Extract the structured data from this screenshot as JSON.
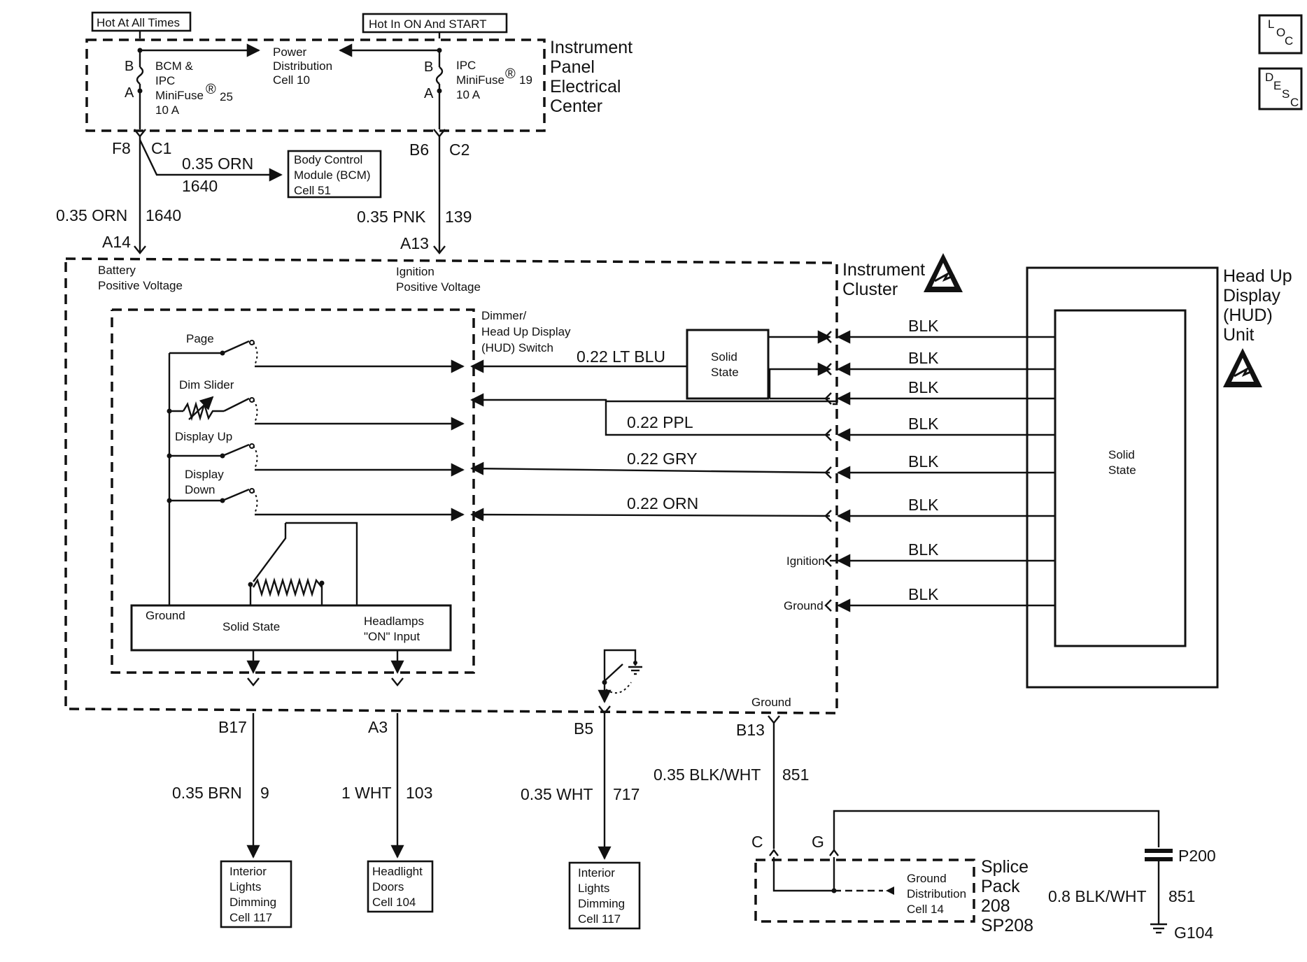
{
  "power": {
    "hot_all_times": "Hot At All Times",
    "hot_on_start": "Hot In ON And START",
    "center_title": [
      "Instrument",
      "Panel",
      "Electrical",
      "Center"
    ],
    "power_dist": [
      "Power",
      "Distribution",
      "Cell 10"
    ],
    "fuse1": {
      "lines": [
        "BCM &",
        "IPC",
        "MiniFuse",
        "10 A"
      ],
      "reg": "®",
      "num": "25",
      "b": "B",
      "a": "A"
    },
    "fuse2": {
      "lines": [
        "IPC",
        "MiniFuse",
        "10 A"
      ],
      "reg": "®",
      "num": "19",
      "b": "B",
      "a": "A"
    },
    "f8": "F8",
    "c1": "C1",
    "b6": "B6",
    "c2": "C2",
    "bcm_wire": "0.35 ORN",
    "bcm_circuit": "1640",
    "bcm_box": [
      "Body Control",
      "Module (BCM)",
      "Cell 51"
    ]
  },
  "feeds": {
    "left_wire": "0.35 ORN",
    "left_circuit": "1640",
    "left_pin": "A14",
    "right_wire": "0.35 PNK",
    "right_circuit": "139",
    "right_pin": "A13",
    "battery": [
      "Battery",
      "Positive Voltage"
    ],
    "ignition": [
      "Ignition",
      "Positive Voltage"
    ]
  },
  "cluster": {
    "title": [
      "Instrument",
      "Cluster"
    ],
    "switch_title": [
      "Dimmer/",
      "Head Up Display",
      "(HUD) Switch"
    ],
    "switches": [
      "Page",
      "Dim Slider",
      "Display Up",
      "Display",
      "Down"
    ],
    "solid_state_box": [
      "Ground",
      "Solid State",
      "Headlamps",
      "\"ON\" Input"
    ],
    "inner_solid": [
      "Solid",
      "State"
    ],
    "wires": [
      "0.22 LT BLU",
      "0.22 PPL",
      "0.22 GRY",
      "0.22 ORN"
    ],
    "ignition": "Ignition",
    "ground": "Ground",
    "ground_bottom": "Ground"
  },
  "hud": {
    "title": [
      "Head Up",
      "Display",
      "(HUD)",
      "Unit"
    ],
    "inner": [
      "Solid",
      "State"
    ],
    "blk_labels": [
      "BLK",
      "BLK",
      "BLK",
      "BLK",
      "BLK",
      "BLK",
      "BLK",
      "BLK"
    ]
  },
  "bottom": {
    "b17": "B17",
    "a3": "A3",
    "b5": "B5",
    "b13": "B13",
    "w1": "0.35 BRN",
    "c1": "9",
    "w2": "1 WHT",
    "c2": "103",
    "w3": "0.35 WHT",
    "c3": "717",
    "w4": "0.35 BLK/WHT",
    "c4": "851",
    "box1": [
      "Interior",
      "Lights",
      "Dimming",
      "Cell 117"
    ],
    "box2": [
      "Headlight",
      "Doors",
      "Cell 104"
    ],
    "box3": [
      "Interior",
      "Lights",
      "Dimming",
      "Cell 117"
    ],
    "c_label": "C",
    "g_label": "G",
    "gd": [
      "Ground",
      "Distribution",
      "Cell 14"
    ],
    "splice": [
      "Splice",
      "Pack",
      "208",
      "SP208"
    ],
    "p200": "P200",
    "w5": "0.8 BLK/WHT",
    "c5": "851",
    "g104": "G104"
  },
  "corner": {
    "loc": [
      "L",
      "O",
      "C"
    ],
    "desc": [
      "D",
      "E",
      "S",
      "C"
    ]
  },
  "icons": [
    "esd-warning-icon",
    "ground-symbol-icon"
  ]
}
